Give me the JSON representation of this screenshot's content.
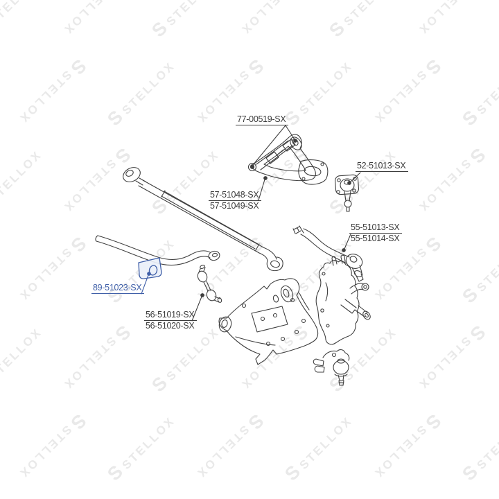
{
  "watermark": {
    "logo_letter": "S",
    "brand": "STELLOX"
  },
  "colors": {
    "ink": "#3f3f3f",
    "label_text": "#3b3b3b",
    "highlight_blue": "#3f5fa8",
    "bushing_fill": "#eaf0fa",
    "watermark_gray": "#e9e9e9",
    "background": "#ffffff"
  },
  "labels": {
    "upper_control_arm": {
      "lines": [
        "77-00519-SX"
      ]
    },
    "control_arm_bushing_kit": {
      "lines": [
        "57-51048-SX",
        "57-51049-SX"
      ]
    },
    "upper_ball_joint": {
      "lines": [
        "52-51013-SX"
      ]
    },
    "tie_rod_end": {
      "lines": [
        "55-51013-SX",
        "55-51014-SX"
      ]
    },
    "stabilizer_bushing": {
      "lines": [
        "89-51023-SX"
      ],
      "highlighted": true
    },
    "stabilizer_link": {
      "lines": [
        "56-51019-SX",
        "56-51020-SX"
      ]
    }
  }
}
